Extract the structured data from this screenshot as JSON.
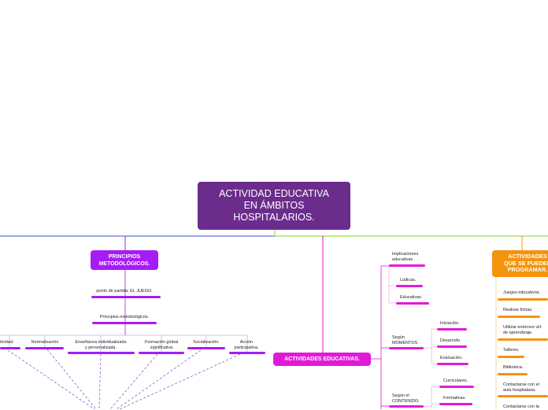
{
  "root": {
    "lines": [
      "ACTIVIDAD EDUCATIVA",
      "EN ÁMBITOS",
      "HOSPITALARIOS."
    ]
  },
  "principios": {
    "title_lines": [
      "PRINCIPIOS",
      "METODOLÓGICOS."
    ],
    "punto": "punto de partida: EL JUEGO.",
    "principios_label": "Principios metodológicos.",
    "items": [
      {
        "lines": [
          "tividad."
        ]
      },
      {
        "lines": [
          "Normalización"
        ]
      },
      {
        "lines": [
          "Enseñanza individualizada",
          "y personalizada."
        ]
      },
      {
        "lines": [
          "Formación global",
          "significativa"
        ]
      },
      {
        "lines": [
          "Socialización."
        ]
      },
      {
        "lines": [
          "Acción",
          "participativa."
        ]
      }
    ]
  },
  "actividades": {
    "title": "ACTIVIDADES EDUCATIVAS.",
    "implicaciones_lines": [
      "Implicaciones",
      "educativas"
    ],
    "implicaciones_items": [
      "Lúdicas.",
      "Educativas."
    ],
    "momentos_lines": [
      "Según",
      "MOMENTOS"
    ],
    "momentos_items": [
      "Iniciación.",
      "Desarrollo.",
      "Evaluación."
    ],
    "contenido_lines": [
      "Según el",
      "CONTENIDO."
    ],
    "contenido_items": [
      "Curriculares.",
      "Formativas."
    ]
  },
  "programar": {
    "title_lines": [
      "ACTIVIDADES",
      "QUE SE PUEDEN",
      "PROGRAMAR."
    ],
    "items": [
      {
        "lines": [
          "Juegos educativos."
        ]
      },
      {
        "lines": [
          "Realizar fichas."
        ]
      },
      {
        "lines": [
          "Utilizar entornos virt",
          "de aprendizaje."
        ]
      },
      {
        "lines": [
          "Talleres."
        ]
      },
      {
        "lines": [
          "Biblioteca."
        ]
      },
      {
        "lines": [
          "Contactarse con el",
          "aula hospitalaria."
        ]
      },
      {
        "lines": [
          "Contactarse con la"
        ]
      }
    ]
  },
  "colors": {
    "root": "#6b2c8c",
    "purple": "#a61cf5",
    "magenta": "#e21ad8",
    "orange": "#f5930c",
    "green": "#7ed321",
    "blue": "#3b4fd8"
  }
}
